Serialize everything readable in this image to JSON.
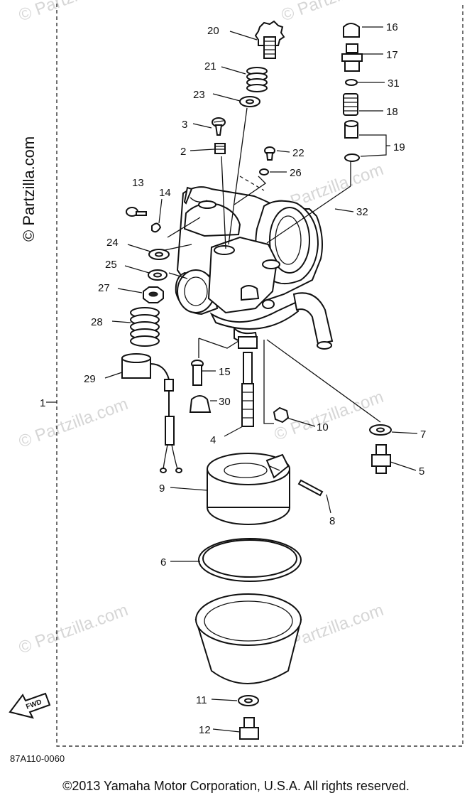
{
  "watermark": "© Partzilla.com",
  "labels": {
    "1": "1",
    "2": "2",
    "3": "3",
    "4": "4",
    "5": "5",
    "6": "6",
    "7": "7",
    "8": "8",
    "9": "9",
    "10": "10",
    "11": "11",
    "12": "12",
    "13": "13",
    "14": "14",
    "15": "15",
    "16": "16",
    "17": "17",
    "18": "18",
    "19": "19",
    "20": "20",
    "21": "21",
    "22": "22",
    "23": "23",
    "24": "24",
    "25": "25",
    "26": "26",
    "27": "27",
    "28": "28",
    "29": "29",
    "30": "30",
    "31": "31",
    "32": "32"
  },
  "fwd_label": "FWD",
  "figure_code": "87A110-0060",
  "copyright": "©2013  Yamaha Motor Corporation, U.S.A. All rights reserved."
}
